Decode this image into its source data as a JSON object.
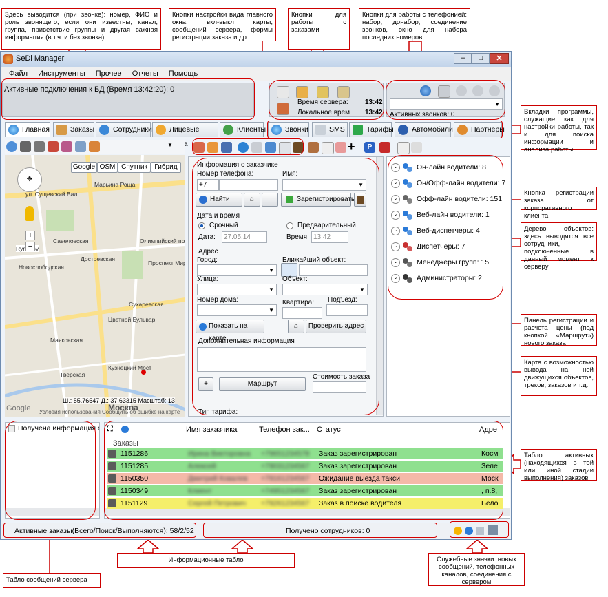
{
  "callouts": {
    "caller_info": "Здесь выводится (при звонке): номер, ФИО и роль звонящего, если они известны, канал, группа, приветствие группы и другая важная информация (в т.ч. и без звонка)",
    "view_buttons": "Кнопки настройки вида главного окна: вкл-выкл карты, сообщений сервера, формы регистрации заказа и др.",
    "order_buttons": "Кнопки для работы с заказами",
    "phone_buttons": "Кнопки для работы с телефонией: набор, донабор, соединение звонков, окно для набора последних номеров",
    "tabs": "Вкладки программы, служащие как для настройки работы, так и для поиска информации и анализа работы",
    "corp_button": "Кнопка регистрации заказа от корпоративного клиента",
    "tree": "Дерево объектов: здесь выводятся все сотрудники, подключенные в данный момент к серверу",
    "reg_panel": "Панель регистрации и расчета цены (под кнопкой «Маршрут») нового заказа",
    "map": "Карта с возможностью вывода на ней движущихся объектов, треков, заказов и т.д.",
    "orders_table": "Табло активных (находящихся в той или иной стадии выполнения) заказов",
    "info_boards": "Информационные табло",
    "service_icons": "Служебные значки: новых сообщений, телефонных каналов, соединения с сервером",
    "server_msgs": "Табло сообщений сервера"
  },
  "window": {
    "title": "SeDi Manager",
    "menu": [
      "Файл",
      "Инструменты",
      "Прочее",
      "Отчеты",
      "Помощь"
    ],
    "db_status": "Активные подключения к БД (Время 13:42:20): 0",
    "server_time_label": "Время сервера:",
    "server_time": "13:42",
    "local_time_label": "Локальное врем",
    "local_time": "13:42",
    "active_calls": "Активных звонков: 0"
  },
  "tabs": [
    "Главная",
    "Заказы",
    "Сотрудники",
    "Лицевые счета",
    "Клиенты",
    "Звонки",
    "SMS",
    "Тарифы",
    "Автомобили",
    "Партнеры"
  ],
  "map": {
    "types": [
      "Google",
      "OSM",
      "Спутник",
      "Гибрид"
    ],
    "coords": "Ш.: 55.76547 Д.: 37.63315 Масштаб: 13",
    "footer": "Условия использования   Сообщить об ошибке на карте",
    "labels": [
      "Марьина Роща",
      "ул. Сущевский Вал",
      "Савеловская",
      "Новослободская",
      "Достоевская",
      "Проспект Мира",
      "Олимпийский просп.",
      "Сухаревская",
      "Цветной Бульвар",
      "Маяковская",
      "Тверская",
      "Кузнецкий Мост",
      "Москва",
      "Rynovov",
      "Google"
    ]
  },
  "form": {
    "customer_group": "Информация о заказчике",
    "phone_label": "Номер телефона:",
    "phone_value": "+7",
    "name_label": "Имя:",
    "find": "Найти",
    "register": "Зарегистрировать",
    "datetime_group": "Дата и время",
    "urgent": "Срочный",
    "preliminary": "Предварительный",
    "date_label": "Дата:",
    "date_value": "27.05.14",
    "time_label": "Время:",
    "time_value": "13:42",
    "address_group": "Адрес",
    "city_label": "Город:",
    "nearest_label": "Ближайший объект:",
    "street_label": "Улица:",
    "object_label": "Объект:",
    "house_label": "Номер дома:",
    "apt_label": "Квартира:",
    "entrance_label": "Подъезд:",
    "show_on_map": "Показать на карте",
    "check_address": "Проверить адрес",
    "extra_info": "Дополнительная информация",
    "route": "Маршрут",
    "cost_label": "Стоимость заказа",
    "tariff_label": "Тип тарифа:"
  },
  "tree": [
    {
      "label": "Он-лайн водители: 8",
      "color": "#2a7ad8"
    },
    {
      "label": "Он/Офф-лайн водители: 7",
      "color": "#2a7ad8"
    },
    {
      "label": "Офф-лайн водители: 151",
      "color": "#666"
    },
    {
      "label": "Веб-лайн водители: 1",
      "color": "#2a7ad8"
    },
    {
      "label": "Веб-диспетчеры: 4",
      "color": "#2a7ad8"
    },
    {
      "label": "Диспетчеры: 7",
      "color": "#c83030"
    },
    {
      "label": "Менеджеры групп: 15",
      "color": "#555"
    },
    {
      "label": "Администраторы: 2",
      "color": "#333"
    }
  ],
  "messages": {
    "header": "Получена информация с"
  },
  "orders": {
    "columns": [
      "Имя заказчика",
      "Телефон зак...",
      "Статус",
      "Адре"
    ],
    "group": "Заказы",
    "rows": [
      {
        "id": "1151286",
        "name": "Ирина Викторовна",
        "phone": "+79651234578",
        "status": "Заказ зарегистрирован",
        "addr": "Косм",
        "color": "#8fe08f"
      },
      {
        "id": "1151285",
        "name": "Алексей",
        "phone": "+79031234567",
        "status": "Заказ зарегистрирован",
        "addr": "Зеле",
        "color": "#8fe08f"
      },
      {
        "id": "1150350",
        "name": "Дмитрий Ковалев",
        "phone": "+79161234567",
        "status": "Ожидание выезда такси",
        "addr": "Моск",
        "color": "#f4b9a8"
      },
      {
        "id": "1150349",
        "name": "Клиент",
        "phone": "+74951234567",
        "status": "Заказ зарегистрирован",
        "addr": ", п.8,",
        "color": "#8fe08f"
      },
      {
        "id": "1151129",
        "name": "Сергей Петрович",
        "phone": "+79261234567",
        "status": "Заказ в поиске водителя",
        "addr": "Бело",
        "color": "#f5ef6a"
      }
    ]
  },
  "statusbar": {
    "orders": "Активные заказы(Всего/Поиск/Выполняются): 58/2/52",
    "employees": "Получено сотрудников: 0"
  }
}
